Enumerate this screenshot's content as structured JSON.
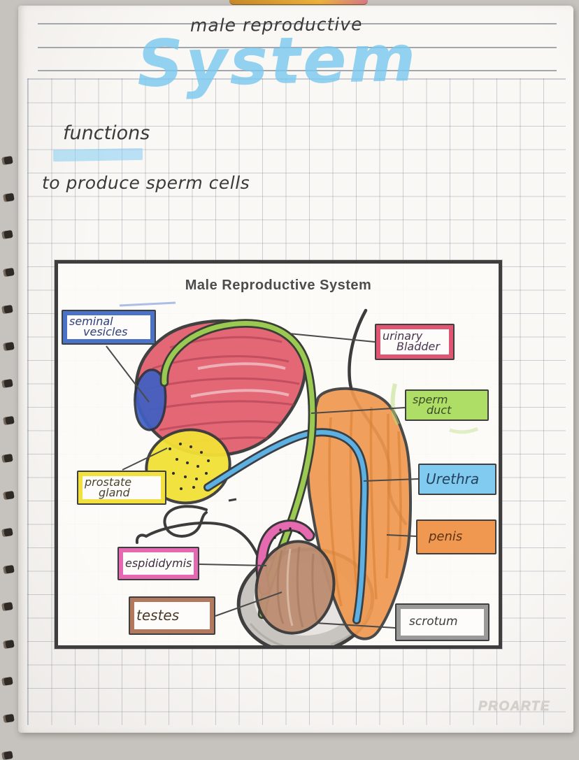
{
  "header": {
    "subtitle": "male reproductive",
    "title_marker": "System"
  },
  "notes": {
    "heading": "functions",
    "body": "to produce sperm cells"
  },
  "diagram": {
    "title": "Male Reproductive System",
    "labels": [
      {
        "name": "seminal-vesicles",
        "line1": "seminal",
        "line2": "vesicles",
        "style": "outlined",
        "accent": "#4a72c8",
        "ink": "#2e3f78"
      },
      {
        "name": "urinary-bladder",
        "line1": "urinary",
        "line2": "Bladder",
        "style": "outlined",
        "accent": "#e05672",
        "ink": "#4a3550"
      },
      {
        "name": "sperm-duct",
        "line1": "sperm",
        "line2": "duct",
        "style": "filled",
        "accent": "#aede66",
        "ink": "#3a4a28"
      },
      {
        "name": "urethra",
        "line1": "Urethra",
        "line2": "",
        "style": "filled",
        "accent": "#82cbf0",
        "ink": "#24425e"
      },
      {
        "name": "penis",
        "line1": "penis",
        "line2": "",
        "style": "filled",
        "accent": "#f09850",
        "ink": "#5a3318"
      },
      {
        "name": "prostate-gland",
        "line1": "prostate",
        "line2": "gland",
        "style": "outlined",
        "accent": "#f2e03c",
        "ink": "#4a4430"
      },
      {
        "name": "espididymis",
        "line1": "espididymis",
        "line2": "",
        "style": "outlined",
        "accent": "#e468b2",
        "ink": "#3c2c3c"
      },
      {
        "name": "testes",
        "line1": "testes",
        "line2": "",
        "style": "outlined",
        "accent": "#b2795e",
        "ink": "#4a3828"
      },
      {
        "name": "scrotum",
        "line1": "scrotum",
        "line2": "",
        "style": "outlined",
        "accent": "#9a9a98",
        "ink": "#3c3c3c"
      }
    ]
  },
  "watermark": {
    "text": "PROARTE"
  },
  "colors": {
    "marker_blue": "#7ac8ee",
    "highlight_blue": "#87cdf2",
    "grid_line": "#9aa2b4",
    "frame_border": "#3e3e3e",
    "bladder_red": "#e2606e",
    "seminal_blue": "#3f5fc4",
    "prostate_yellow": "#f2e136",
    "duct_green": "#9bca52",
    "urethra_blue": "#5cb0e2",
    "penis_orange": "#f0994f",
    "testis_brown": "#bd8e72",
    "epididymis_pink": "#e56ab0",
    "scrotum_gray": "#c8c4c0",
    "ink": "#3a3a3a"
  }
}
